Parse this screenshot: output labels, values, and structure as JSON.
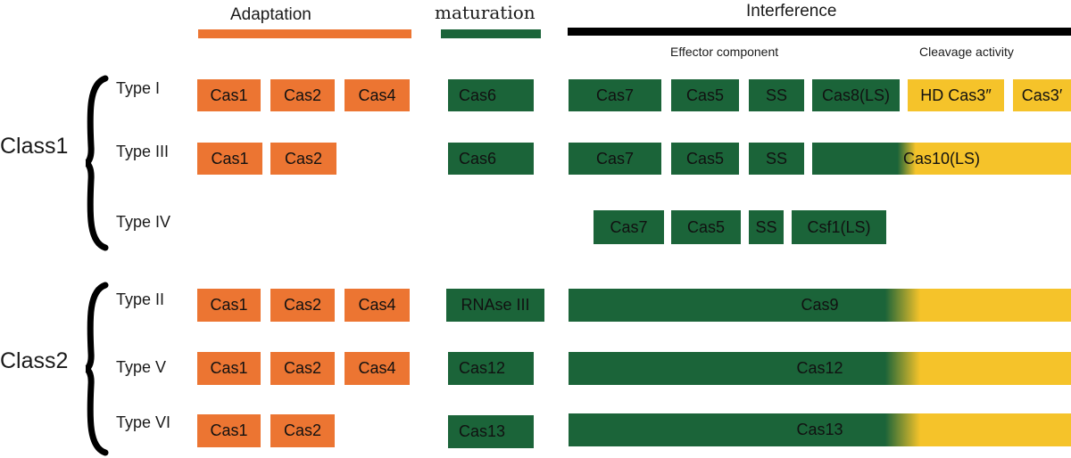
{
  "headers": {
    "adaptation": "Adaptation",
    "maturation": "maturation",
    "interference": "Interference",
    "effector": "Effector component",
    "cleavage": "Cleavage activity"
  },
  "colors": {
    "adaptation": "#ec7532",
    "effector": "#1b6439",
    "cleavage": "#f5c32a",
    "interference_bar": "#000000"
  },
  "classes": {
    "class1": "Class1",
    "class2": "Class2"
  },
  "types": {
    "type1": {
      "label": "Type I",
      "adaptation": [
        "Cas1",
        "Cas2",
        "Cas4"
      ],
      "maturation": "Cas6",
      "effector": [
        "Cas7",
        "Cas5",
        "SS",
        "Cas8(LS)"
      ],
      "cleavage": [
        "HD Cas3″",
        "Cas3′"
      ]
    },
    "type3": {
      "label": "Type III",
      "adaptation": [
        "Cas1",
        "Cas2"
      ],
      "maturation": "Cas6",
      "effector": [
        "Cas7",
        "Cas5",
        "SS"
      ],
      "fused": "Cas10(LS)"
    },
    "type4": {
      "label": "Type IV",
      "effector": [
        "Cas7",
        "Cas5",
        "SS",
        "Csf1(LS)"
      ]
    },
    "type2": {
      "label": "Type II",
      "adaptation": [
        "Cas1",
        "Cas2",
        "Cas4"
      ],
      "maturation": "RNAse III",
      "fused": "Cas9"
    },
    "type5": {
      "label": "Type V",
      "adaptation": [
        "Cas1",
        "Cas2",
        "Cas4"
      ],
      "maturation": "Cas12",
      "fused": "Cas12"
    },
    "type6": {
      "label": "Type VI",
      "adaptation": [
        "Cas1",
        "Cas2"
      ],
      "maturation": "Cas13",
      "fused": "Cas13"
    }
  }
}
